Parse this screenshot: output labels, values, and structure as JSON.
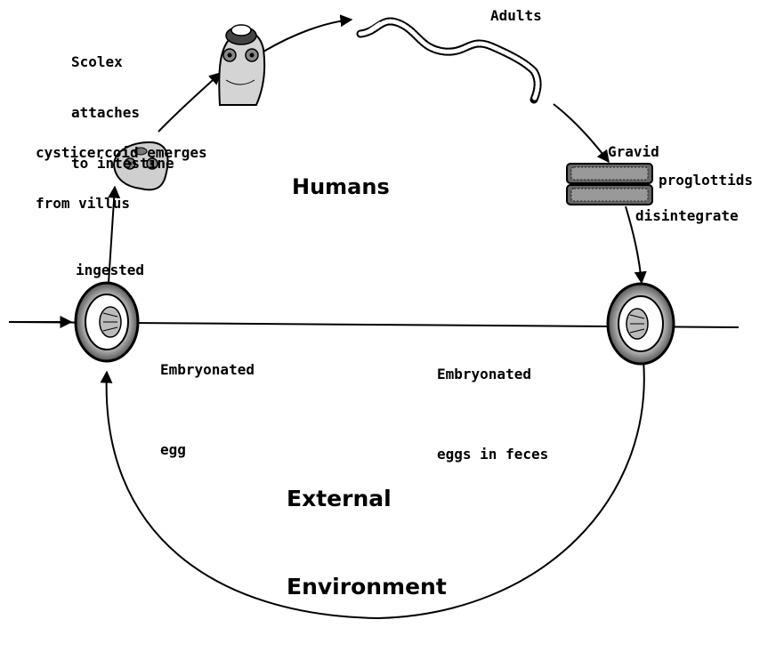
{
  "diagram": {
    "zones": {
      "humans": "Humans",
      "external_line1": "External",
      "external_line2": "Environment"
    },
    "stages": {
      "scolex": [
        "Scolex",
        "attaches",
        "to intestine"
      ],
      "adults": "Adults",
      "cysticercoid": [
        "cysticercoid emerges",
        "from villus"
      ],
      "gravid": "Gravid",
      "proglottids": "proglottids",
      "disintegrate": "disintegrate",
      "ingested": "ingested",
      "embryonated_egg": [
        "Embryonated",
        "egg"
      ],
      "eggs_in_feces": [
        "Embryonated",
        "eggs in feces"
      ]
    },
    "icons": [
      "scolex-icon",
      "adult-worm-icon",
      "cysticercoid-icon",
      "gravid-proglottids-icon",
      "egg-icon"
    ]
  }
}
